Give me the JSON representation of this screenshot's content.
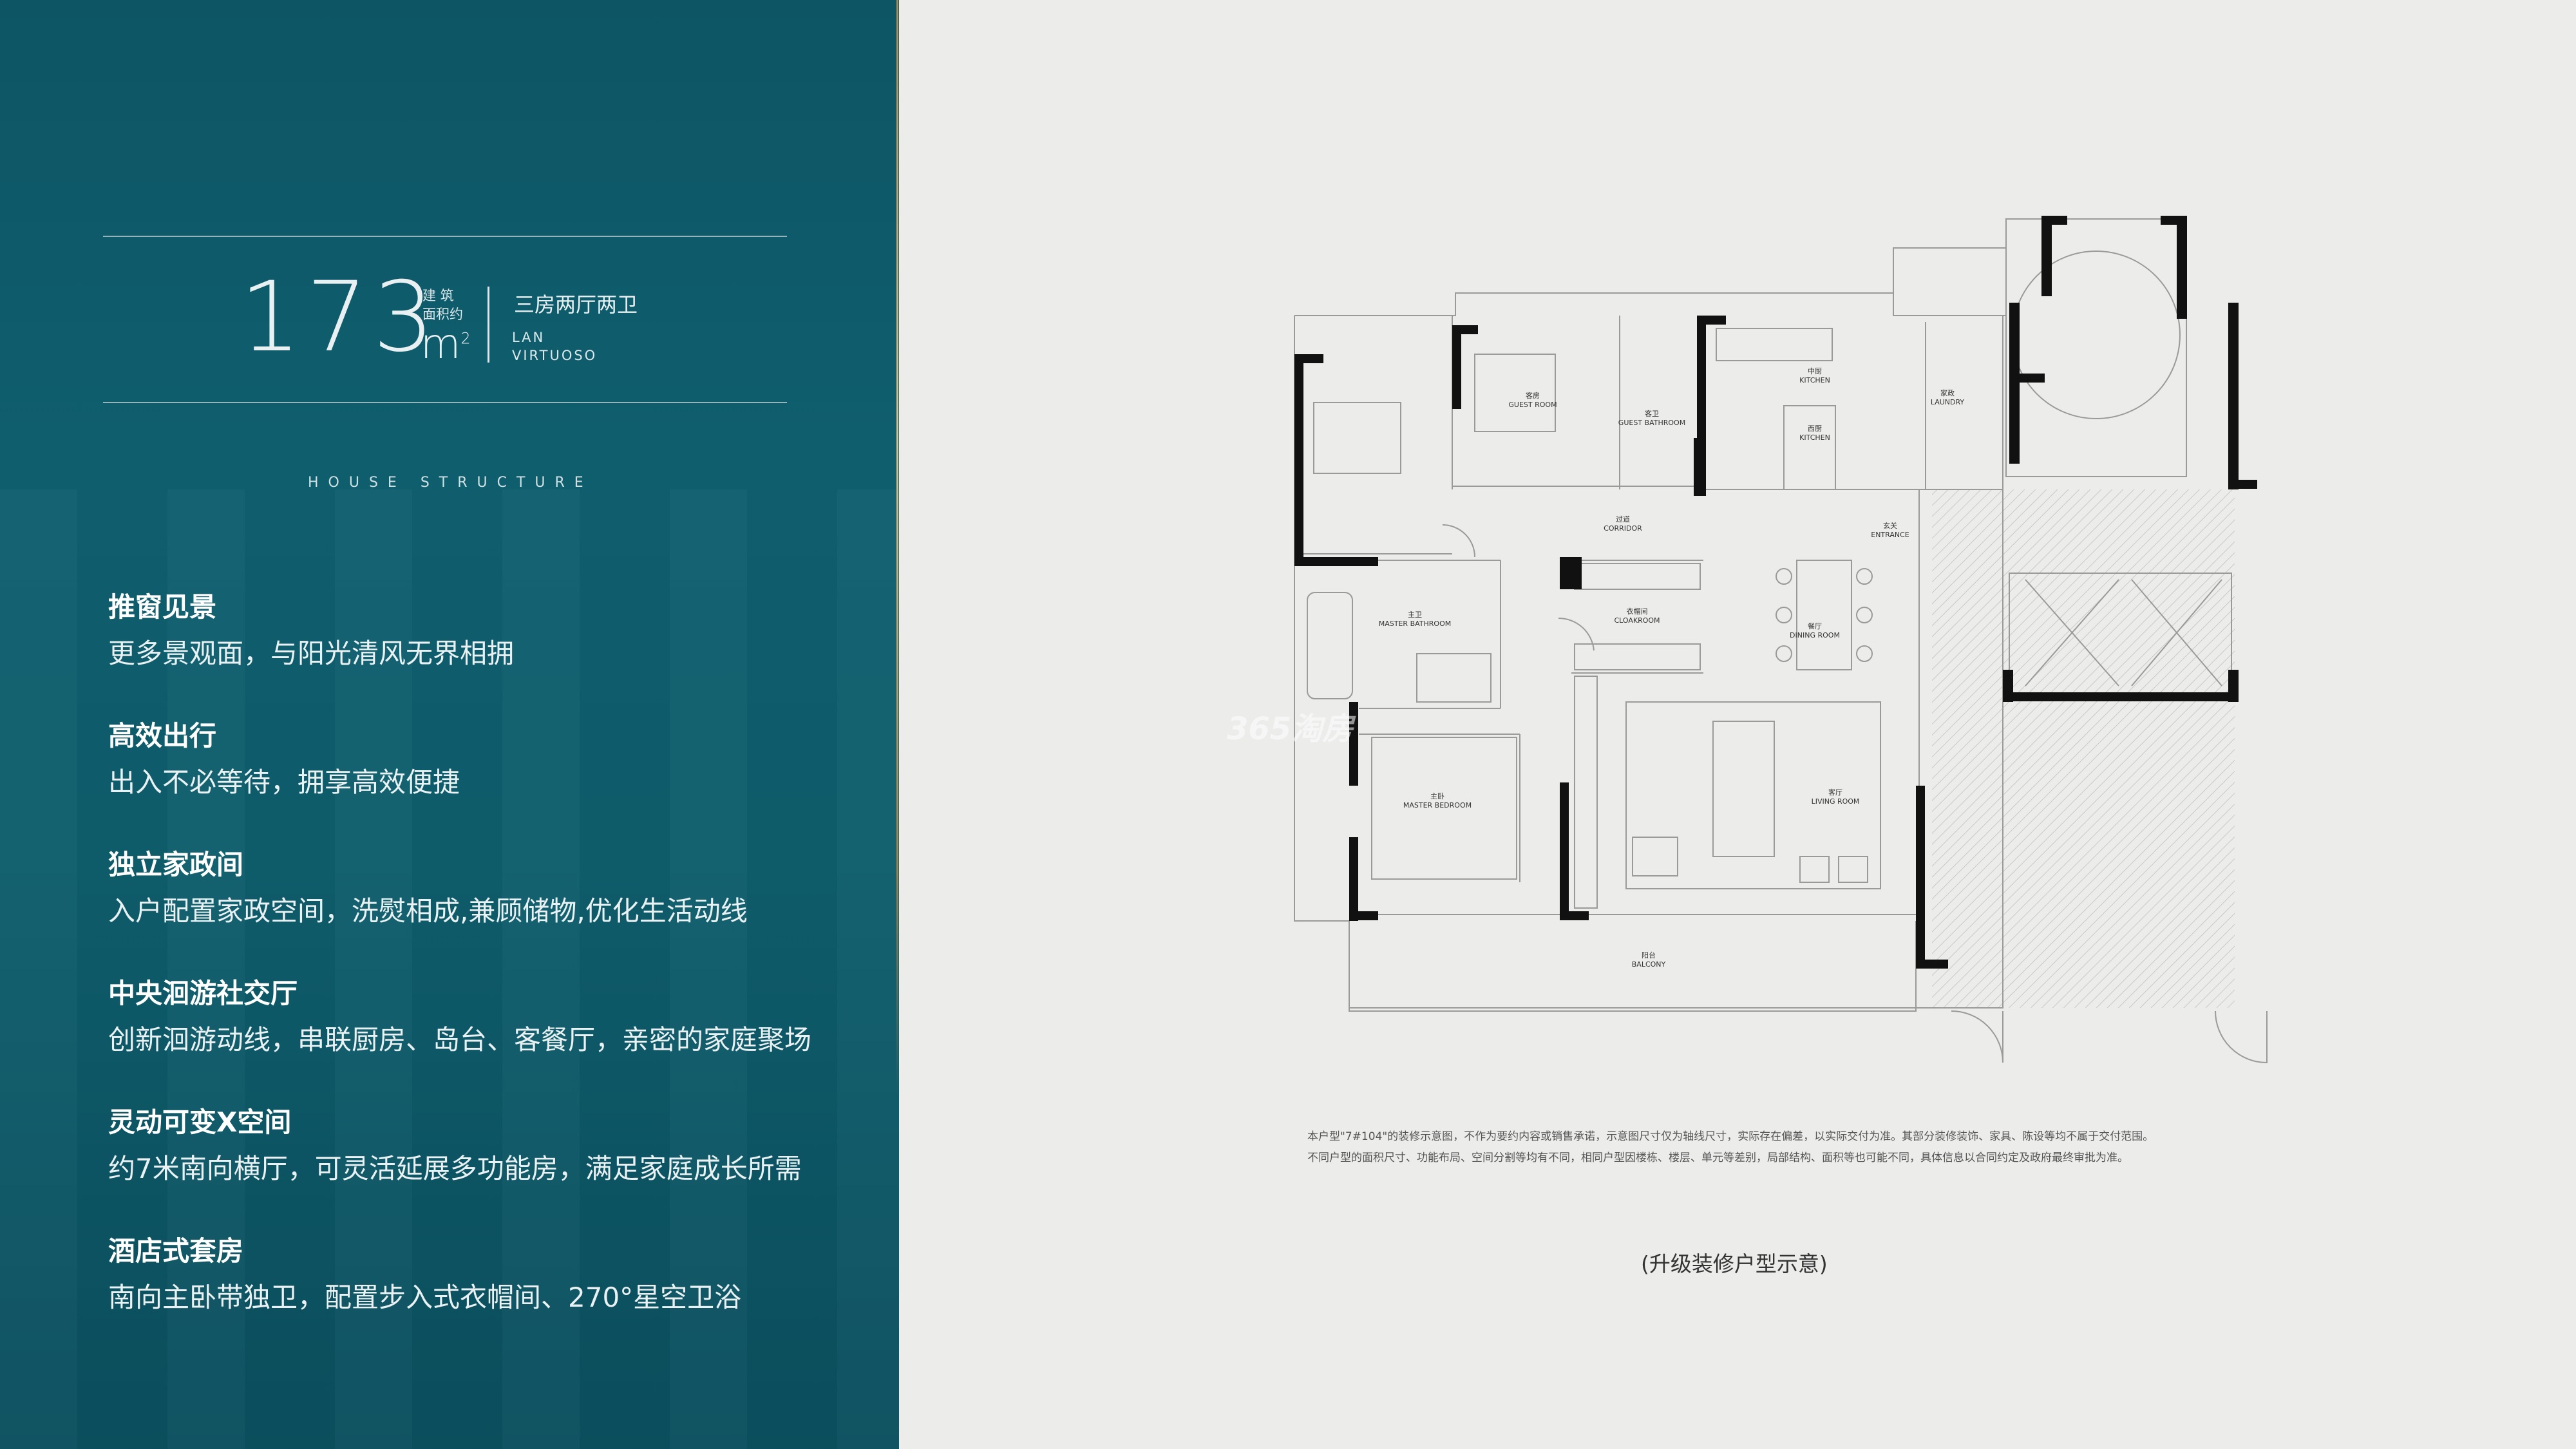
{
  "panel": {
    "area_number": "173",
    "area_label_line1": "建 筑",
    "area_label_line2": "面积约",
    "area_unit": "m",
    "area_unit_sup": "2",
    "layout_text": "三房两厅两卫",
    "brand_line1": "LAN",
    "brand_line2": "VIRTUOSO",
    "section_title": "HOUSE STRUCTURE",
    "features": [
      {
        "title": "推窗见景",
        "desc": "更多景观面，与阳光清风无界相拥"
      },
      {
        "title": "高效出行",
        "desc": "出入不必等待，拥享高效便捷"
      },
      {
        "title": "独立家政间",
        "desc": "入户配置家政空间，洗熨相成,兼顾储物,优化生活动线"
      },
      {
        "title": "中央洄游社交厅",
        "desc": "创新洄游动线，串联厨房、岛台、客餐厅，亲密的家庭聚场"
      },
      {
        "title": "灵动可变X空间",
        "desc": "约7米南向横厅，可灵活延展多功能房，满足家庭成长所需"
      },
      {
        "title": "酒店式套房",
        "desc": "南向主卧带独卫，配置步入式衣帽间、270°星空卫浴"
      }
    ]
  },
  "floorplan": {
    "rooms": {
      "guest_room": [
        "客房",
        "GUEST ROOM"
      ],
      "guest_bath": [
        "客卫",
        "GUEST BATHROOM"
      ],
      "chinese_kitchen": [
        "中厨",
        "KITCHEN"
      ],
      "western_kitchen": [
        "西厨",
        "KITCHEN"
      ],
      "laundry": [
        "家政",
        "LAUNDRY"
      ],
      "corridor": [
        "过道",
        "CORRIDOR"
      ],
      "entrance": [
        "玄关",
        "ENTRANCE"
      ],
      "master_bath": [
        "主卫",
        "MASTER BATHROOM"
      ],
      "cloakroom": [
        "衣帽间",
        "CLOAKROOM"
      ],
      "dining": [
        "餐厅",
        "DINING ROOM"
      ],
      "master_bedroom": [
        "主卧",
        "MASTER BEDROOM"
      ],
      "living": [
        "客厅",
        "LIVING ROOM"
      ],
      "balcony": [
        "阳台",
        "BALCONY"
      ]
    },
    "watermark": "365淘房"
  },
  "notes": {
    "line1": "本户型\"7#104\"的装修示意图，不作为要约内容或销售承诺，示意图尺寸仅为轴线尺寸，实际存在偏差，以实际交付为准。其部分装修装饰、家具、陈设等均不属于交付范围。",
    "line2": "不同户型的面积尺寸、功能布局、空间分割等均有不同，相同户型因楼栋、楼层、单元等差别，局部结构、面积等也可能不同，具体信息以合同约定及政府最终审批为准。",
    "caption": "(升级装修户型示意)"
  }
}
